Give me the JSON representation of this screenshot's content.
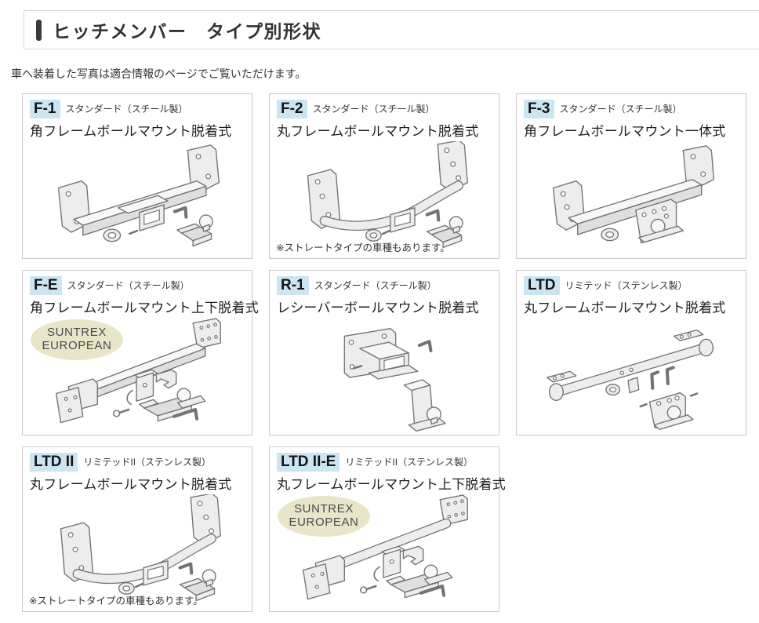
{
  "page": {
    "title": "ヒッチメンバー　タイプ別形状",
    "intro": "車へ装着した写真は適合情報のページでご覧いただけます。"
  },
  "colors": {
    "badge_bg": "#cce5f2",
    "oval_bg": "#e9e5c9",
    "accent_bar": "#3b3b3b",
    "panel_border": "#c9c9c9",
    "line_art": "#747474"
  },
  "panels": [
    {
      "code": "F-1",
      "grade": "スタンダード（スチール製）",
      "name": "角フレームボールマウント脱着式"
    },
    {
      "code": "F-2",
      "grade": "スタンダード（スチール製）",
      "name": "丸フレームボールマウント脱着式",
      "note": "※ストレートタイプの車種もあります。"
    },
    {
      "code": "F-3",
      "grade": "スタンダード（スチール製）",
      "name": "角フレームボールマウント一体式"
    },
    {
      "code": "F-E",
      "grade": "スタンダード（スチール製）",
      "name": "角フレームボールマウント上下脱着式",
      "oval": [
        "SUNTREX",
        "EUROPEAN"
      ]
    },
    {
      "code": "R-1",
      "grade": "スタンダード（スチール製）",
      "name": "レシーバーボールマウント脱着式"
    },
    {
      "code": "LTD",
      "grade": "リミテッド（ステンレス製）",
      "name": "丸フレームボールマウント脱着式"
    },
    {
      "code": "LTD II",
      "grade": "リミテッドII（ステンレス製）",
      "name": "丸フレームボールマウント脱着式",
      "note": "※ストレートタイプの車種もあります。"
    },
    {
      "code": "LTD II-E",
      "grade": "リミテッドII（ステンレス製）",
      "name": "丸フレームボールマウント上下脱着式",
      "oval": [
        "SUNTREX",
        "EUROPEAN"
      ]
    }
  ]
}
